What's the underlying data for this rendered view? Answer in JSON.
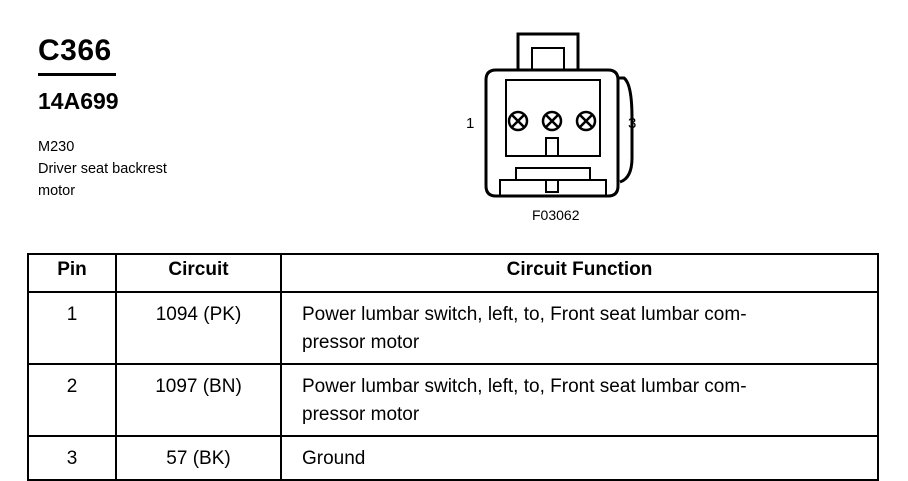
{
  "header": {
    "connector_id": "C366",
    "part_number": "14A699",
    "description_lines": [
      "M230",
      "Driver seat backrest",
      "motor"
    ]
  },
  "diagram": {
    "pin_left": "1",
    "pin_right": "3",
    "figure_code": "F03062"
  },
  "table": {
    "headers": [
      "Pin",
      "Circuit",
      "Circuit Function"
    ],
    "rows": [
      {
        "pin": "1",
        "circuit": "1094 (PK)",
        "function_lines": [
          "Power lumbar switch, left, to, Front seat lumbar com-",
          "pressor motor"
        ]
      },
      {
        "pin": "2",
        "circuit": "1097 (BN)",
        "function_lines": [
          "Power lumbar switch, left, to, Front seat lumbar com-",
          "pressor motor"
        ]
      },
      {
        "pin": "3",
        "circuit": "57 (BK)",
        "function_lines": [
          "Ground"
        ]
      }
    ]
  }
}
